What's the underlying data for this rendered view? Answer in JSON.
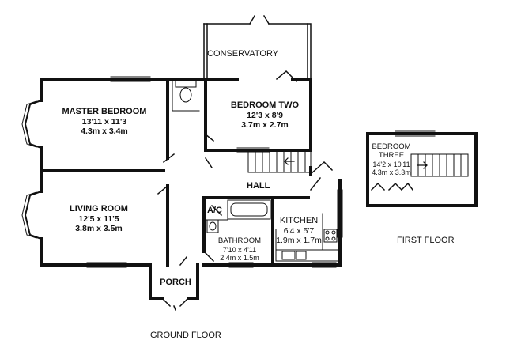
{
  "colors": {
    "wall": "#111111",
    "background": "#ffffff"
  },
  "floors": [
    {
      "name": "GROUND FLOOR"
    },
    {
      "name": "FIRST FLOOR"
    }
  ],
  "rooms": {
    "conservatory": {
      "name": "CONSERVATORY"
    },
    "master_bedroom": {
      "name": "MASTER BEDROOM",
      "size_ft": "13'11 x 11'3",
      "size_m": "4.3m x 3.4m"
    },
    "bedroom_two": {
      "name": "BEDROOM TWO",
      "size_ft": "12'3 x 8'9",
      "size_m": "3.7m x 2.7m"
    },
    "hall": {
      "name": "HALL"
    },
    "living_room": {
      "name": "LIVING ROOM",
      "size_ft": "12'5 x 11'5",
      "size_m": "3.8m x 3.5m"
    },
    "ac": {
      "name": "A/C"
    },
    "kitchen": {
      "name": "KITCHEN",
      "size_ft": "6'4 x 5'7",
      "size_m": "1.9m x 1.7m"
    },
    "bathroom": {
      "name": "BATHROOM",
      "size_ft": "7'10 x 4'11",
      "size_m": "2.4m x 1.5m"
    },
    "porch": {
      "name": "PORCH"
    },
    "bedroom_three": {
      "name_line1": "BEDROOM",
      "name_line2": "THREE",
      "size_ft": "14'2 x 10'11",
      "size_m": "4.3m x 3.3m"
    }
  }
}
